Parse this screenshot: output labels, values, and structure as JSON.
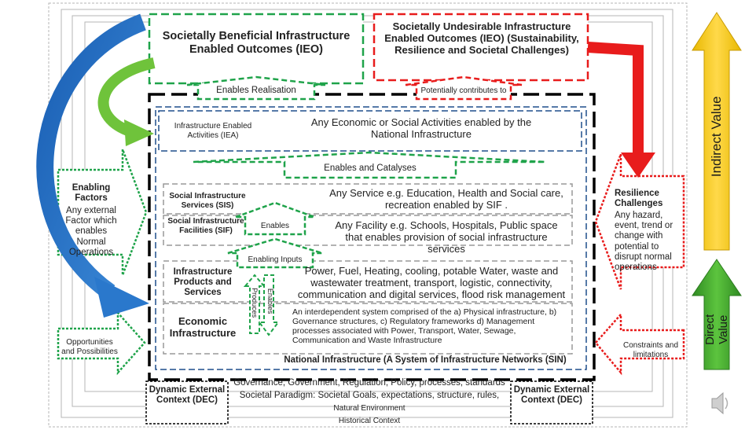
{
  "ieo_beneficial": "Societally Beneficial Infrastructure Enabled Outcomes (IEO)",
  "ieo_undesirable": "Societally Undesirable Infrastructure Enabled Outcomes (IEO) (Sustainability, Resilience and Societal Challenges)",
  "enables_realisation": "Enables Realisation",
  "potentially_contributes": "Potentially contributes to",
  "iea": {
    "label": "Infrastructure Enabled Activities (IEA)",
    "description": "Any Economic or Social Activities enabled by the National Infrastructure"
  },
  "enables_catalyses": "Enables and Catalyses",
  "sis": {
    "label": "Social Infrastructure Services (SIS)",
    "description": "Any Service e.g. Education, Health and Social care, recreation enabled by SIF ."
  },
  "sif": {
    "label": "Social Infrastructure Facilities (SIF)",
    "description": "Any Facility e.g. Schools, Hospitals, Public space that enables provision of social infrastructure services"
  },
  "enables": "Enables",
  "enabling_inputs": "Enabling Inputs",
  "ips": {
    "label": "Infrastructure Products and Services",
    "description": "Power, Fuel, Heating, cooling, potable Water, waste and wastewater treatment, transport, logistic, connectivity, communication and digital services, flood risk management"
  },
  "produces": "Produces",
  "enables_vertical": "Enables",
  "economic": {
    "label": "Economic Infrastructure",
    "description": "An interdependent system comprised of the a) Physical infrastructure, b) Governance structures, c) Regulatory frameworks d) Management processes associated with Power, Transport, Water, Sewage, Communication and Waste Infrastructure"
  },
  "sin_label": "National Infrastructure (A System of Infrastructure Networks (SIN)",
  "enabling_factors": {
    "title": "Enabling Factors",
    "body": "Any external Factor which enables Normal Operations"
  },
  "opportunities": "Opportunities and Possibilities",
  "resilience": {
    "title": "Resilience Challenges",
    "body": "Any hazard, event, trend or change with potential to disrupt normal operations"
  },
  "constraints": "Constraints and limitations",
  "dec_left": "Dynamic External Context (DEC)",
  "dec_right": "Dynamic External Context (DEC)",
  "context_lines": [
    "Governance, Government, Regulation, Policy, processes, standards",
    "Societal Paradigm: Societal Goals, expectations, structure, rules,",
    "Natural Environment",
    "Historical Context"
  ],
  "indirect_value": "Indirect Value",
  "direct_value": "Direct Value",
  "colors": {
    "green": "#1fa34a",
    "red": "#e81c1c",
    "blue": "#1f4e8c",
    "yellow": "#f2c230",
    "dark_green": "#3c8f2a"
  }
}
